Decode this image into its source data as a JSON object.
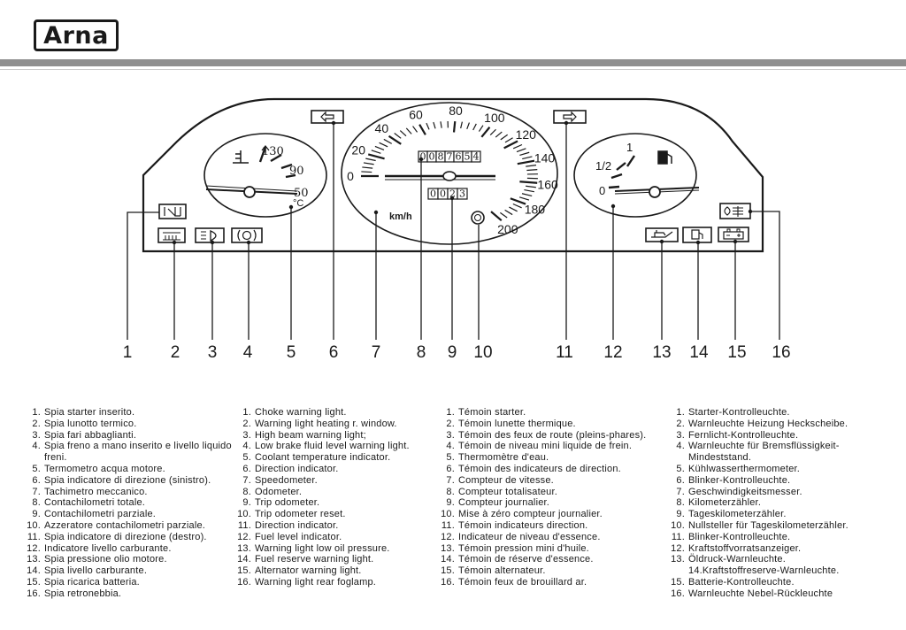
{
  "brand": {
    "logo_text": "Arna"
  },
  "colors": {
    "ink": "#1a1a1a",
    "band": "#8e8e8e",
    "background": "#ffffff"
  },
  "diagram": {
    "callouts": [
      "1",
      "2",
      "3",
      "4",
      "5",
      "6",
      "7",
      "8",
      "9",
      "10",
      "11",
      "12",
      "13",
      "14",
      "15",
      "16"
    ],
    "temperature_gauge": {
      "ticks": [
        "130",
        "90",
        "50"
      ],
      "unit": "°C"
    },
    "speedometer": {
      "ticks": [
        "0",
        "20",
        "40",
        "60",
        "80",
        "100",
        "120",
        "140",
        "160",
        "180",
        "200"
      ],
      "unit": "km/h",
      "odometer": [
        "0",
        "0",
        "8",
        "7",
        "6",
        "5",
        "4"
      ],
      "trip": [
        "0",
        "0",
        "2",
        "3"
      ]
    },
    "fuel_gauge": {
      "ticks": [
        "1",
        "1/2",
        "0"
      ]
    },
    "icons": {
      "starter": "choke-lamp-icon",
      "rear_window": "heated-rear-window-icon",
      "high_beam": "high-beam-icon",
      "brake": "brake-fluid-icon",
      "left_turn": "left-arrow-icon",
      "right_turn": "right-arrow-icon",
      "oil": "oil-can-icon",
      "fuel": "fuel-pump-icon",
      "battery": "battery-icon",
      "fog": "rear-foglamp-icon"
    }
  },
  "legend": {
    "italian": [
      {
        "n": "1.",
        "t": "Spia starter inserito."
      },
      {
        "n": "2.",
        "t": "Spia lunotto termico."
      },
      {
        "n": "3.",
        "t": "Spia fari abbaglianti."
      },
      {
        "n": "4.",
        "t": "Spia freno a mano inserito e livello liquido freni."
      },
      {
        "n": "5.",
        "t": "Termometro acqua motore."
      },
      {
        "n": "6.",
        "t": "Spia indicatore di direzione (sinistro)."
      },
      {
        "n": "7.",
        "t": "Tachimetro meccanico."
      },
      {
        "n": "8.",
        "t": "Contachilometri totale."
      },
      {
        "n": "9.",
        "t": "Contachilometri parziale."
      },
      {
        "n": "10.",
        "t": "Azzeratore contachilometri parziale."
      },
      {
        "n": "11.",
        "t": "Spia indicatore di direzione (destro)."
      },
      {
        "n": "12.",
        "t": "Indicatore livello carburante."
      },
      {
        "n": "13.",
        "t": "Spia pressione olio motore."
      },
      {
        "n": "14.",
        "t": "Spia livello carburante."
      },
      {
        "n": "15.",
        "t": "Spia ricarica batteria."
      },
      {
        "n": "16.",
        "t": "Spia retronebbia."
      }
    ],
    "english": [
      {
        "n": "1.",
        "t": "Choke warning light."
      },
      {
        "n": "2.",
        "t": "Warning light heating r. window."
      },
      {
        "n": "3.",
        "t": "High beam warning light;"
      },
      {
        "n": "4.",
        "t": "Low brake fluid level warning light."
      },
      {
        "n": "5.",
        "t": "Coolant temperature indicator."
      },
      {
        "n": "6.",
        "t": "Direction indicator."
      },
      {
        "n": "7.",
        "t": "Speedometer."
      },
      {
        "n": "8.",
        "t": "Odometer."
      },
      {
        "n": "9.",
        "t": "Trip odometer."
      },
      {
        "n": "10.",
        "t": "Trip odometer reset."
      },
      {
        "n": "11.",
        "t": "Direction indicator."
      },
      {
        "n": "12.",
        "t": "Fuel level indicator."
      },
      {
        "n": "13.",
        "t": "Warning light low oil pressure."
      },
      {
        "n": "14.",
        "t": "Fuel reserve warning light."
      },
      {
        "n": "15.",
        "t": "Alternator warning light."
      },
      {
        "n": "16.",
        "t": "Warning light rear foglamp."
      }
    ],
    "french": [
      {
        "n": "1.",
        "t": "Témoin starter."
      },
      {
        "n": "2.",
        "t": "Témoin lunette thermique."
      },
      {
        "n": "3.",
        "t": "Témoin des feux de route (pleins-phares)."
      },
      {
        "n": "4.",
        "t": "Témoin de niveau mini liquide de frein."
      },
      {
        "n": "5.",
        "t": "Thermomètre d'eau."
      },
      {
        "n": "6.",
        "t": "Témoin des indicateurs de direction."
      },
      {
        "n": "7.",
        "t": "Compteur de vitesse."
      },
      {
        "n": "8.",
        "t": "Compteur totalisateur."
      },
      {
        "n": "9.",
        "t": "Compteur journalier."
      },
      {
        "n": "10.",
        "t": "Mise à zéro compteur journalier."
      },
      {
        "n": "11.",
        "t": "Témoin indicateurs direction."
      },
      {
        "n": "12.",
        "t": "Indicateur de niveau d'essence."
      },
      {
        "n": "13.",
        "t": "Témoin pression mini d'huile."
      },
      {
        "n": "14.",
        "t": "Témoin de réserve d'essence."
      },
      {
        "n": "15.",
        "t": "Témoin alternateur."
      },
      {
        "n": "16.",
        "t": "Témoin feux de brouillard ar."
      }
    ],
    "german": [
      {
        "n": "1.",
        "t": "Starter-Kontrolleuchte."
      },
      {
        "n": "2.",
        "t": "Warnleuchte Heizung Heckscheibe."
      },
      {
        "n": "3.",
        "t": "Fernlicht-Kontrolleuchte."
      },
      {
        "n": "4.",
        "t": "Warnleuchte für Bremsflüssigkeit-Mindeststand."
      },
      {
        "n": "5.",
        "t": "Kühlwasserthermometer."
      },
      {
        "n": "6.",
        "t": "Blinker-Kontrolleuchte."
      },
      {
        "n": "7.",
        "t": "Geschwindigkeitsmesser."
      },
      {
        "n": "8.",
        "t": "Kilometerzähler."
      },
      {
        "n": "9.",
        "t": "Tageskilometerzähler."
      },
      {
        "n": "10.",
        "t": "Nullsteller für Tageskilometerzähler."
      },
      {
        "n": "11.",
        "t": "Blinker-Kontrolleuchte."
      },
      {
        "n": "12.",
        "t": "Kraftstoffvorratsanzeiger."
      },
      {
        "n": "13.",
        "t": "Öldruck-Warnleuchte."
      },
      {
        "n": "14.",
        "t": "14.Kraftstoffreserve-Warnleuchte.",
        "no_num": true
      },
      {
        "n": "15.",
        "t": "Batterie-Kontrolleuchte."
      },
      {
        "n": "16.",
        "t": "Warnleuchte Nebel-Rückleuchte"
      }
    ]
  }
}
